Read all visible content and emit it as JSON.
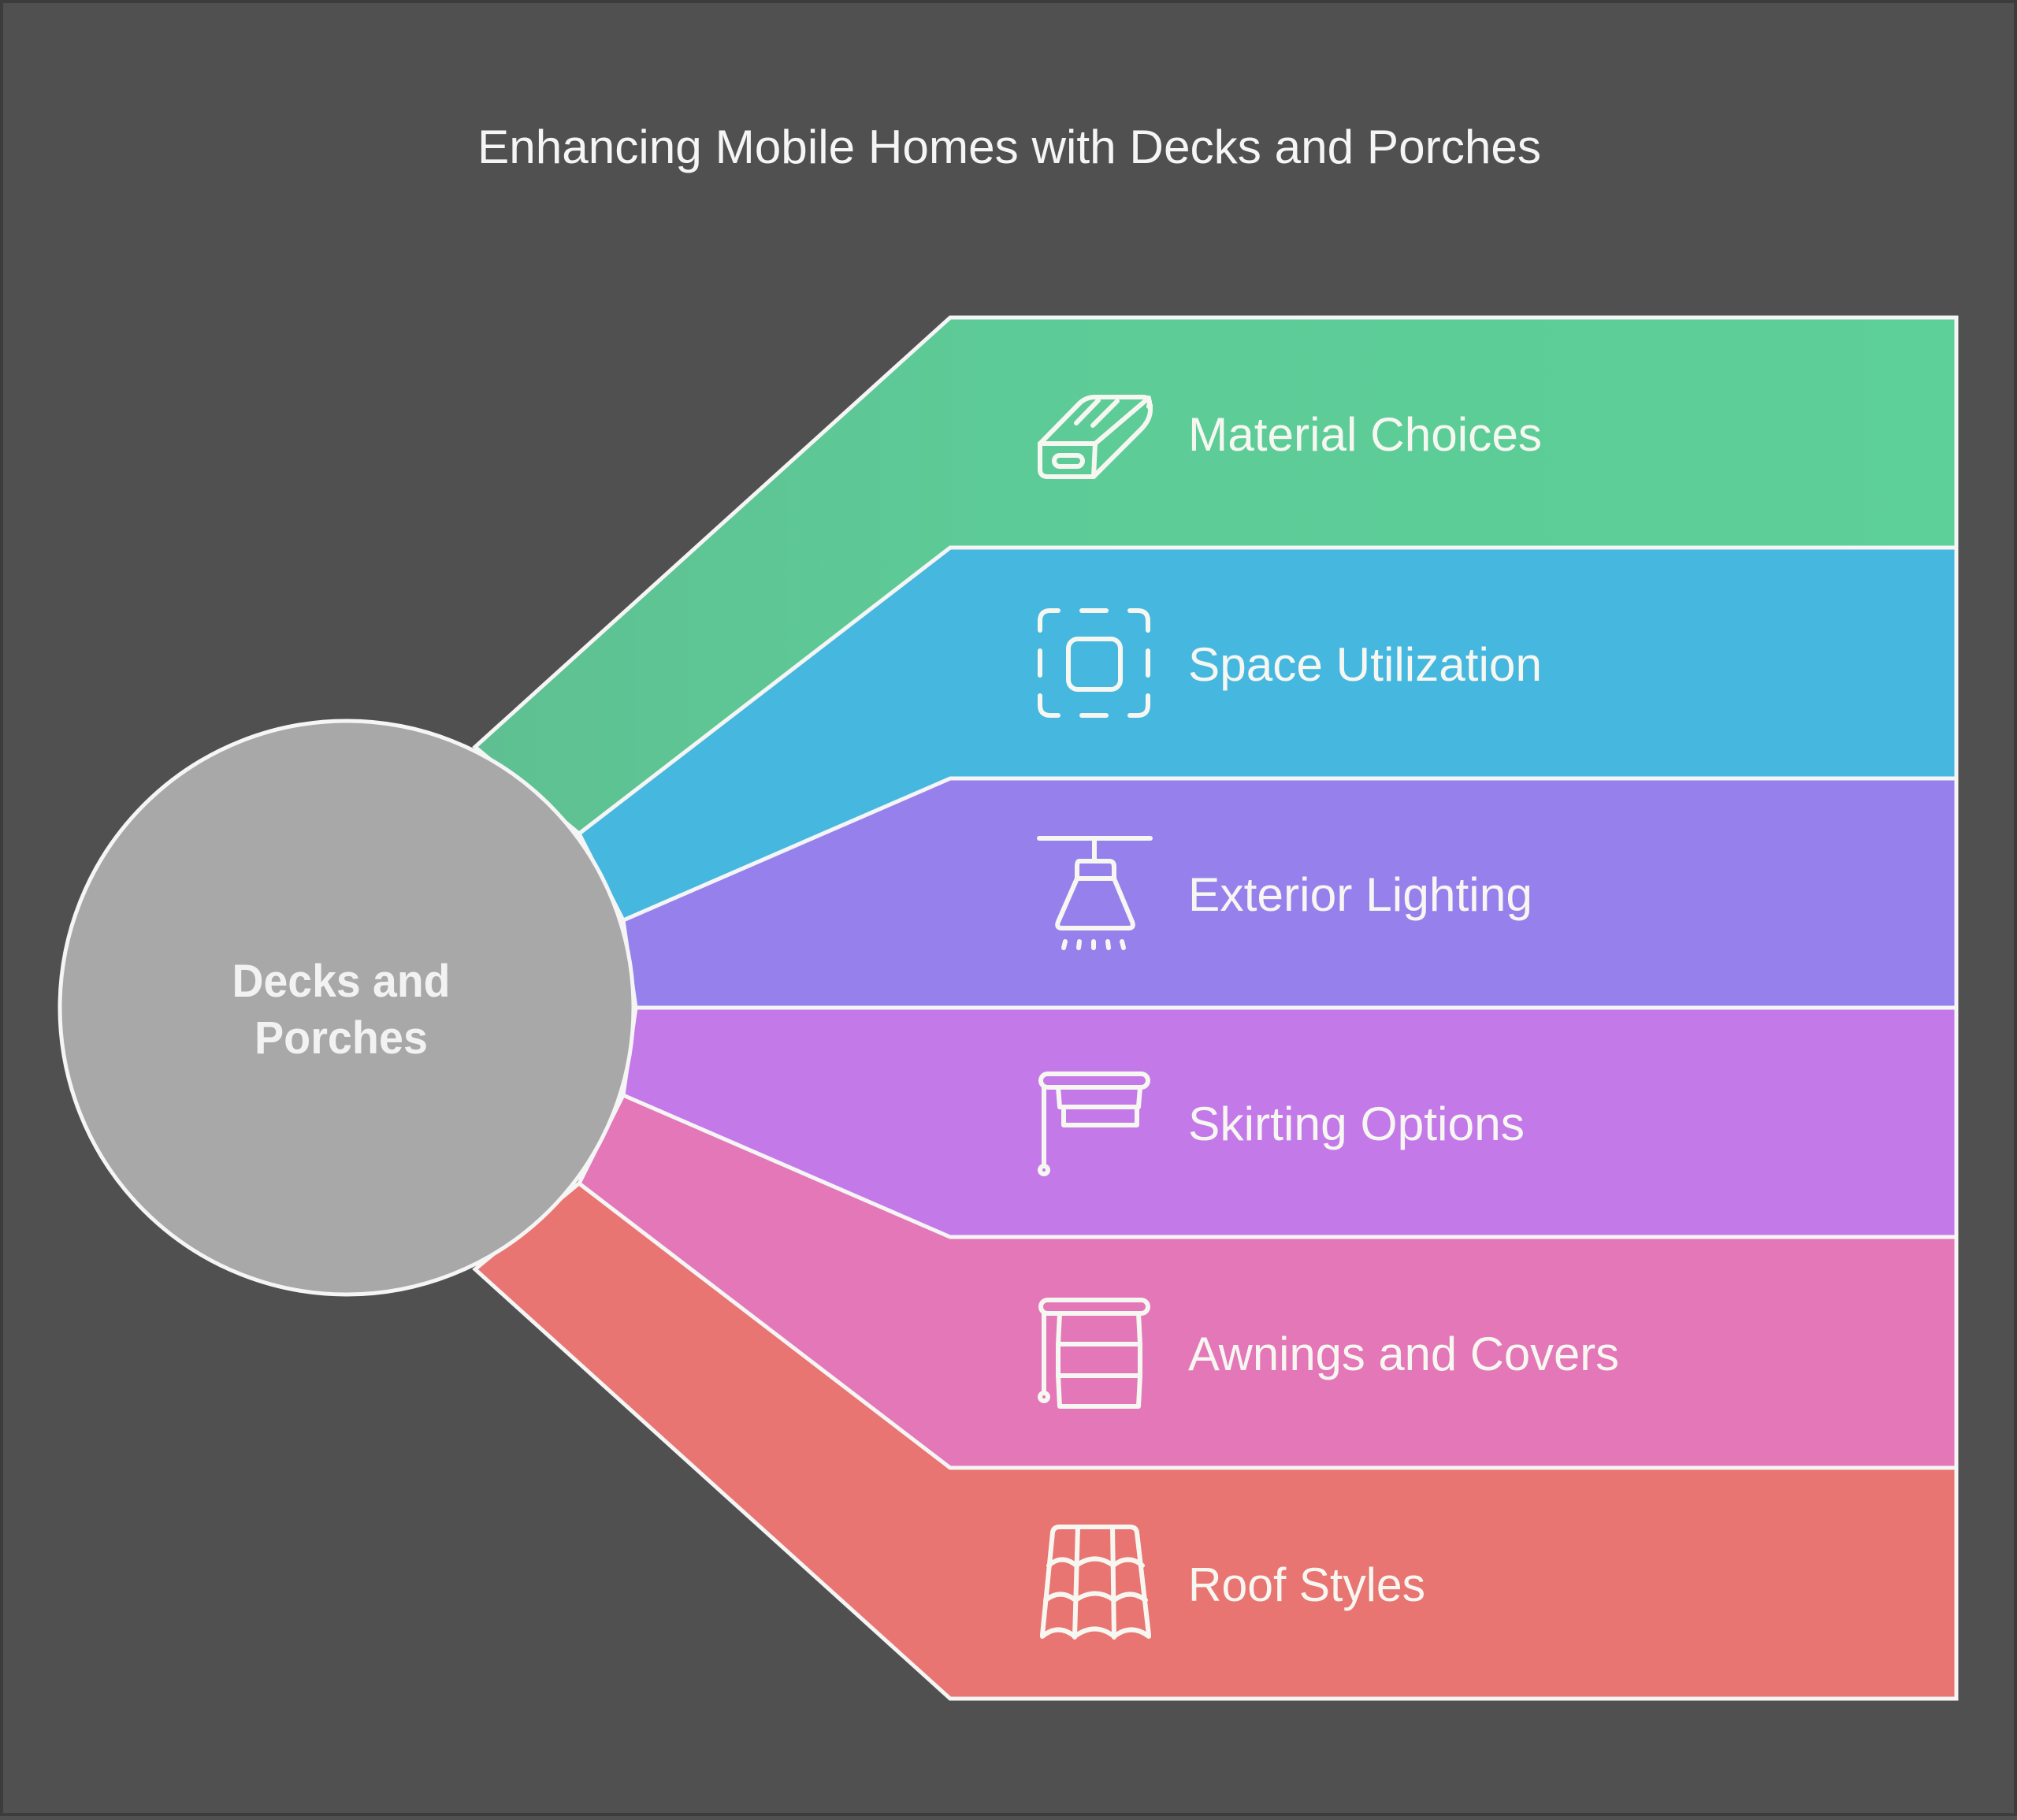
{
  "title": "Enhancing Mobile Homes with Decks and Porches",
  "hub": {
    "line1": "Decks and",
    "line2": "Porches",
    "fill": "#A8A8A8"
  },
  "background": "#505050",
  "branches": [
    {
      "label": "Material Choices",
      "icon": "lumber-plank-icon",
      "color": "#5DCF98"
    },
    {
      "label": "Space Utilization",
      "icon": "dashed-square-icon",
      "color": "#46B7DF"
    },
    {
      "label": "Exterior Lighting",
      "icon": "pendant-lamp-icon",
      "color": "#9681EC"
    },
    {
      "label": "Skirting Options",
      "icon": "roller-blind-icon",
      "color": "#C479E8"
    },
    {
      "label": "Awnings and Covers",
      "icon": "window-blind-icon",
      "color": "#E377B7"
    },
    {
      "label": "Roof Styles",
      "icon": "roof-tiles-icon",
      "color": "#E87571"
    }
  ]
}
